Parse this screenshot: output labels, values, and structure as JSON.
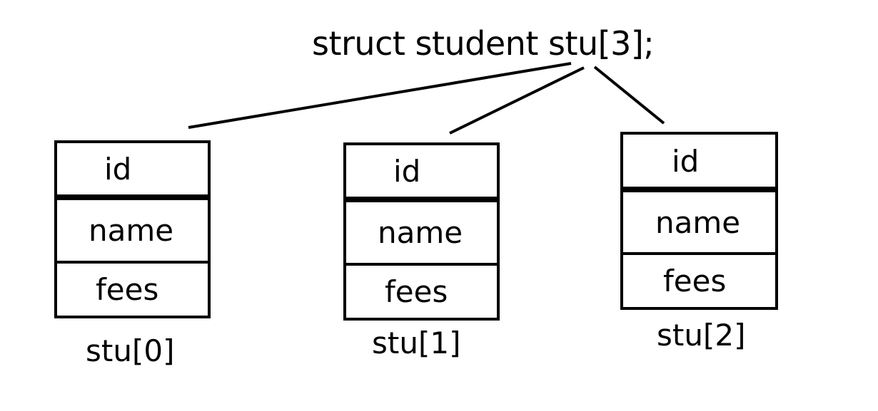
{
  "title": "struct student stu[3];",
  "elements": [
    {
      "label": "stu[0]",
      "fields": [
        "id",
        "name",
        "fees"
      ]
    },
    {
      "label": "stu[1]",
      "fields": [
        "id",
        "name",
        "fees"
      ]
    },
    {
      "label": "stu[2]",
      "fields": [
        "id",
        "name",
        "fees"
      ]
    }
  ],
  "colors": {
    "stroke": "#000000",
    "background": "#ffffff"
  }
}
